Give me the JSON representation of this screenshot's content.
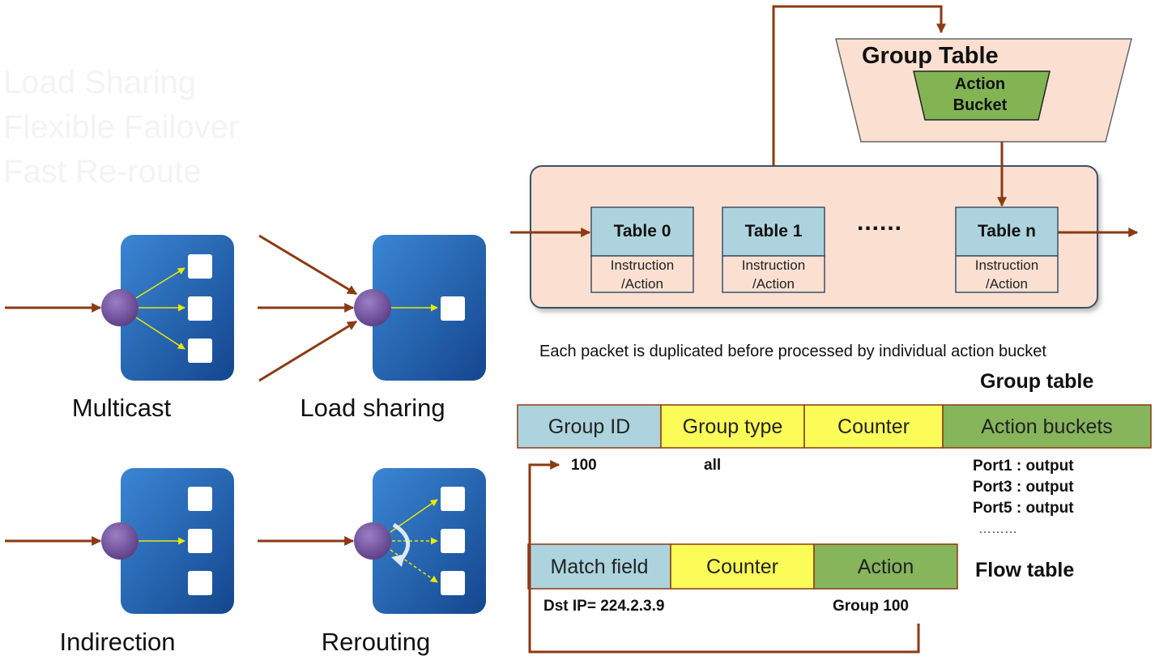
{
  "faded_text": [
    "Load Sharing",
    "Flexible Failover",
    "Fast Re-route"
  ],
  "group_types": [
    {
      "label": "Multicast"
    },
    {
      "label": "Load sharing"
    },
    {
      "label": "Indirection"
    },
    {
      "label": "Rerouting"
    }
  ],
  "pipeline": {
    "group_table_title": "Group Table",
    "action_bucket": [
      "Action",
      "Bucket"
    ],
    "tables": [
      {
        "name": "Table 0",
        "sub1": "Instruction",
        "sub2": "/Action"
      },
      {
        "name": "Table 1",
        "sub1": "Instruction",
        "sub2": "/Action"
      },
      {
        "name": "Table n",
        "sub1": "Instruction",
        "sub2": "/Action"
      }
    ],
    "ellipsis": "......",
    "note": "Each packet is duplicated before processed by individual action bucket"
  },
  "group_table": {
    "title": "Group table",
    "headers": [
      "Group ID",
      "Group type",
      "Counter",
      "Action buckets"
    ],
    "row": {
      "group_id": "100",
      "group_type": "all",
      "buckets": [
        "Port1 : output",
        "Port3 : output",
        "Port5 : output"
      ],
      "more": "………"
    }
  },
  "flow_table": {
    "title": "Flow table",
    "headers": [
      "Match field",
      "Counter",
      "Action"
    ],
    "row": {
      "match": "Dst IP= 224.2.3.9",
      "action": "Group 100"
    }
  },
  "colors": {
    "arrow": "#8b3a12",
    "pipeline_bg": "#fbe0d2",
    "table_blue": "#add4de",
    "header_yellow": "#fcfc58",
    "header_green": "#86b55c",
    "node_purple": "#6e4e96",
    "box_blue": "#1e5fae"
  }
}
